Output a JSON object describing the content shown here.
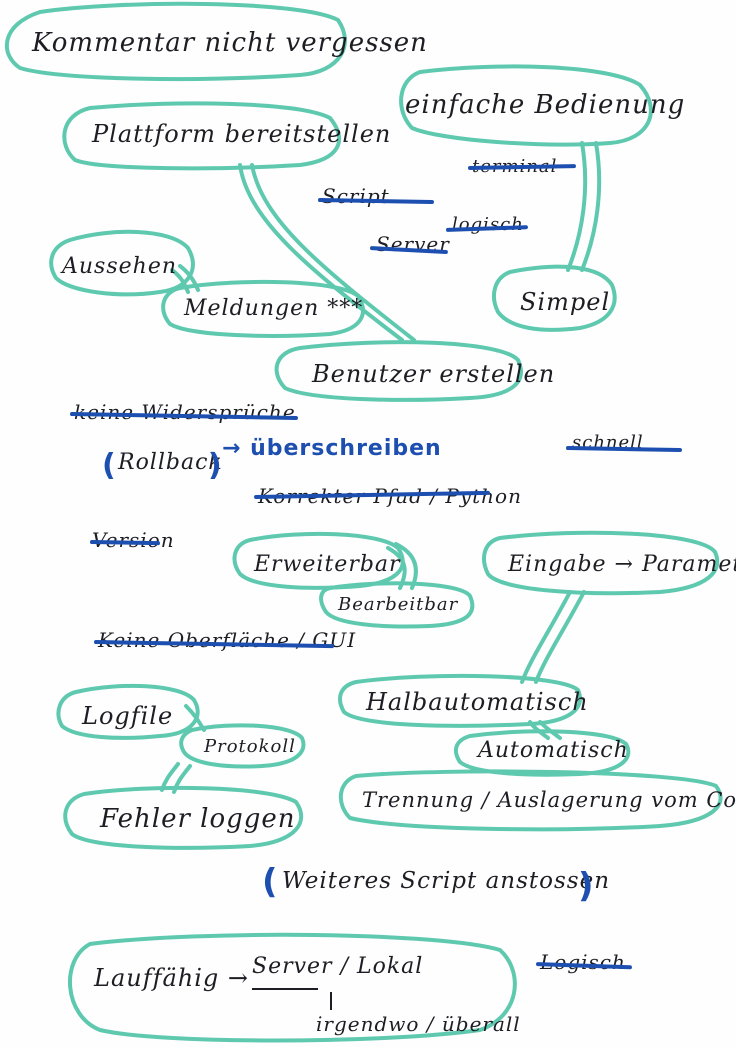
{
  "colors": {
    "bubble": "#5fc9b0",
    "ink": "#1d1d24",
    "blue": "#1d4fb0",
    "paper": "#fefefe"
  },
  "notes": {
    "kommentar": "Kommentar nicht vergessen",
    "plattform": "Plattform bereitstellen",
    "bedienung": "einfache Bedienung",
    "terminal": "terminal",
    "script": "Script",
    "logisch_top": "logisch",
    "server": "Server",
    "aussehen": "Aussehen",
    "meldungen": "Meldungen ***",
    "simpel": "Simpel",
    "benutzer": "Benutzer erstellen",
    "widersprueche": "keine Widersprüche",
    "rollback": "Rollback",
    "ueberschreiben": "→ überschreiben",
    "schnell": "schnell",
    "pfad": "Korrekter Pfad / Python",
    "version": "Version",
    "erweiterbar": "Erweiterbar",
    "bearbeitbar": "Bearbeitbar",
    "eingabe": "Eingabe → Parameter",
    "oberflaeche": "Keine Oberfläche / GUI",
    "halbautomatisch": "Halbautomatisch",
    "logfile": "Logfile",
    "protokoll": "Protokoll",
    "automatisch": "Automatisch",
    "trennung": "Trennung / Auslagerung vom Code",
    "fehler": "Fehler loggen",
    "weiteres": "Weiteres Script anstossen",
    "logisch_bottom": "Logisch",
    "lauffaehig": "Lauffähig →",
    "server_lokal": "Server / Lokal",
    "irgendwo": "irgendwo / überall"
  }
}
